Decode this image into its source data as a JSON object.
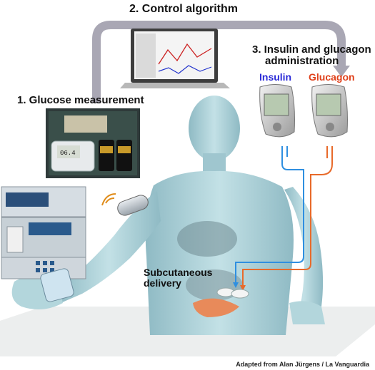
{
  "labels": {
    "control_algorithm": "2. Control algorithm",
    "glucose_measurement": "1. Glucose measurement",
    "administration_line1": "3. Insulin and glucagon",
    "administration_line2": "administration",
    "insulin": "Insulin",
    "glucagon": "Glucagon",
    "subcutaneous_line1": "Subcutaneous",
    "subcutaneous_line2": "delivery",
    "credit": "Adapted from Alan Jürgens / La Vanguardia",
    "device_display": "06.4"
  },
  "colors": {
    "insulin": "#2a2ad8",
    "glucagon": "#e0401a",
    "insulin_line": "#2f8fe0",
    "glucagon_line": "#e86a2a",
    "body": "#a9cfd6",
    "arrow": "#a9a7b4"
  },
  "icons": [
    "laptop-icon",
    "glucose-monitor-icon",
    "insulin-pump-icon",
    "glucagon-pump-icon",
    "wireless-sensor-icon",
    "bedside-pump-stack-icon"
  ]
}
